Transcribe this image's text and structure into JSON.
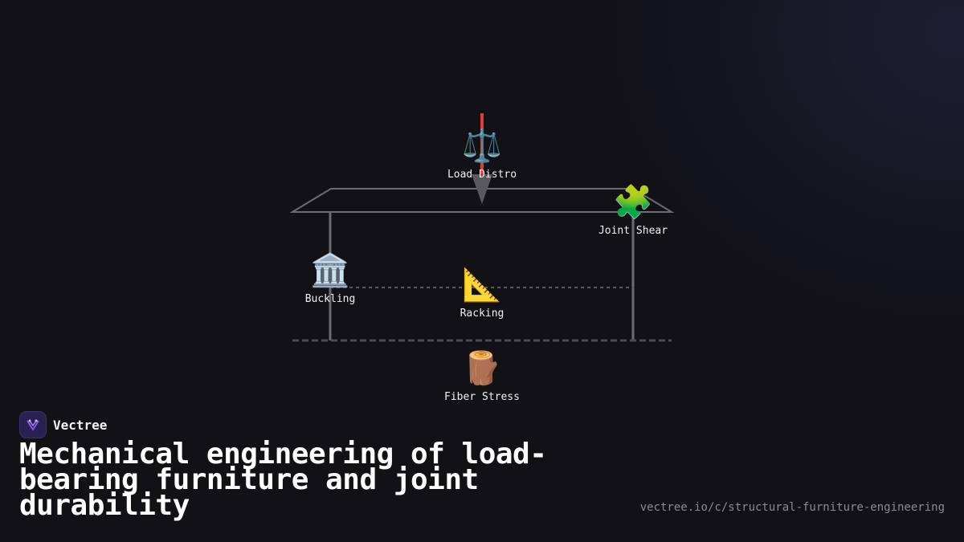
{
  "brand": {
    "name": "Vectree",
    "logo_color": "#8b5cf6"
  },
  "title": "Mechanical engineering of load-bearing furniture and joint durability",
  "url": "vectree.io/c/structural-furniture-engineering",
  "diagram": {
    "nodes": {
      "load_distro": {
        "label": "Load Distro",
        "icon": "⚖️"
      },
      "joint_shear": {
        "label": "Joint Shear",
        "icon": "🧩"
      },
      "buckling": {
        "label": "Buckling",
        "icon": "🏛️"
      },
      "racking": {
        "label": "Racking",
        "icon": "📐"
      },
      "fiber_stress": {
        "label": "Fiber Stress",
        "icon": "🪵"
      }
    },
    "colors": {
      "frame": "#6b6b70",
      "load_arrow": "#e53935",
      "load_tip": "#5a5a5e"
    }
  }
}
